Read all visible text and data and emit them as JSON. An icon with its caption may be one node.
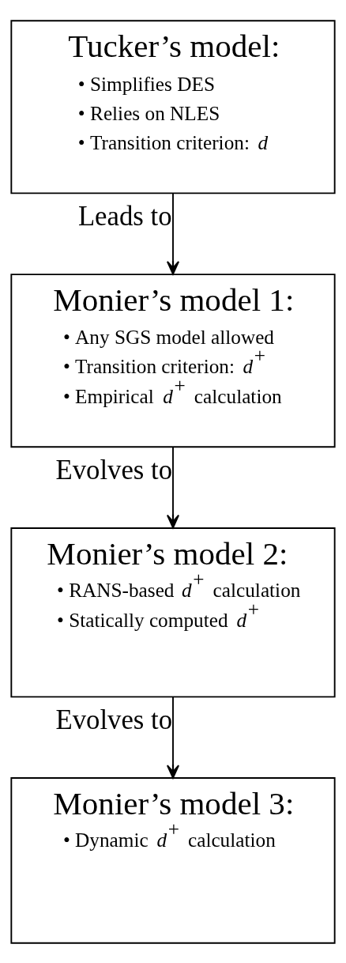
{
  "diagram": {
    "nodes": [
      {
        "text": [
          "Tucker’s model:",
          "• Simplifies DES",
          "• Relies on NLES",
          "• Transition criterion: *d*"
        ]
      },
      {
        "text": [
          "Monier’s model 1:",
          "• Any SGS model allowed",
          "• Transition criterion: *d*$^{+}$",
          "• Empirical *d*$^{+}$ calculation"
        ]
      },
      {
        "text": [
          "Monier’s model 2:",
          "• RANS-based *d*$^{+}$ calculation",
          "• Statically computed *d*$^{+}$"
        ]
      },
      {
        "text": [
          "Monier’s model 3:",
          "• Dynamic *d*$^{+}$ calculation"
        ]
      }
    ],
    "edges": [
      {
        "from": 0,
        "to": 1,
        "arrow": "to",
        "label": "Leads to"
      },
      {
        "from": 1,
        "to": 2,
        "arrow": "to",
        "label": "Evolves to"
      },
      {
        "from": 2,
        "to": 3,
        "arrow": "to",
        "label": "Evolves to"
      }
    ]
  }
}
